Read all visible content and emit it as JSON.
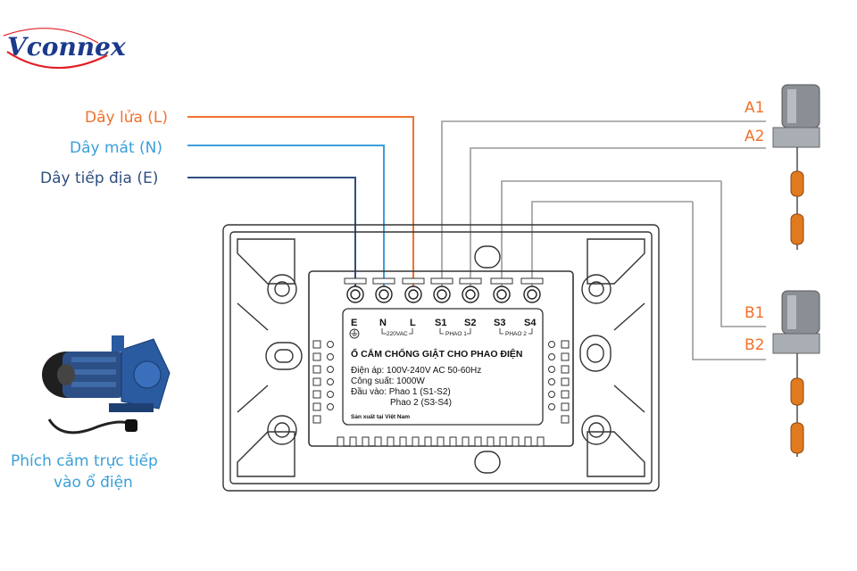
{
  "logo": {
    "text": "Vconnex",
    "color": "#1b3a8c",
    "accent": "#e31e24"
  },
  "wire_labels": {
    "live": "Dây lửa (L)",
    "neutral": "Dây mát (N)",
    "earth": "Dây tiếp địa (E)"
  },
  "colors": {
    "live": "#f0722c",
    "neutral": "#3aa0d8",
    "earth": "#2f4f7f",
    "sensor_label": "#f0722c",
    "gray_wire": "#9a9a9a",
    "plug_caption": "#3aa0d8"
  },
  "sensor_labels": {
    "a1": "A1",
    "a2": "A2",
    "b1": "B1",
    "b2": "B2"
  },
  "terminals": [
    "E",
    "N",
    "L",
    "S1",
    "S2",
    "S3",
    "S4"
  ],
  "group_labels": {
    "voltage": "220VAC",
    "float1": "PHAO 1",
    "float2": "PHAO 2"
  },
  "panel": {
    "title": "Ổ CẮM CHỐNG GIẬT CHO PHAO ĐIỆN",
    "voltage": "Điện áp: 100V-240V AC 50-60Hz",
    "power": "Công suất: 1000W",
    "inputs": "Đầu vào: Phao 1 (S1-S2)",
    "inputs2": "Phao 2 (S3-S4)",
    "made_in": "Sản xuất tại Việt Nam"
  },
  "plug_caption": {
    "line1": "Phích cắm trực tiếp",
    "line2": "vào ổ điện"
  },
  "icons": [
    "pump-icon",
    "float-switch-icon",
    "ground-symbol-icon"
  ]
}
